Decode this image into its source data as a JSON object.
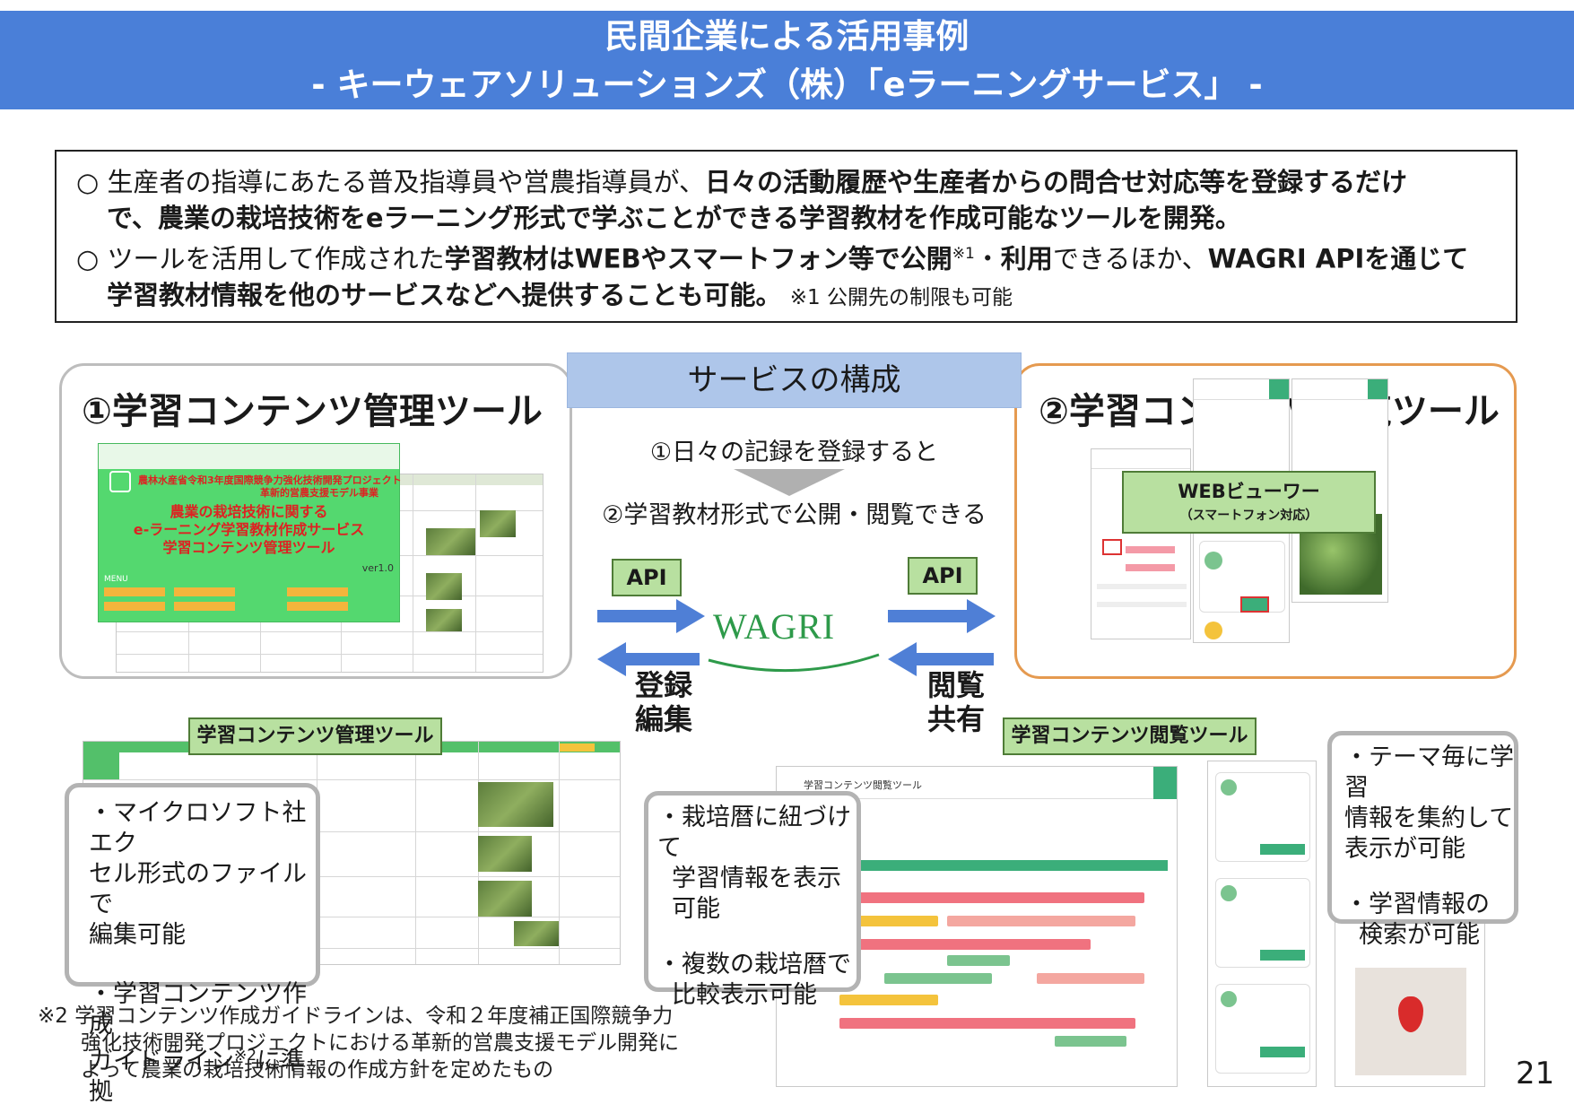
{
  "header": {
    "title": "民間企業による活用事例",
    "subtitle": "- キーウェアソリューションズ（株）「eラーニングサービス」 -"
  },
  "summary": {
    "l1_bullet": "○",
    "l1_a": "生産者の指導にあたる普及指導員や営農指導員が、",
    "l1_b": "日々の活動履歴や生産者からの問合せ対応等を登録するだけ",
    "l2": "で、農業の栽培技術をeラーニング形式で学ぶことができる学習教材を作成可能なツールを開発。",
    "l3_bullet": "○",
    "l3_a": "ツールを活用して作成された",
    "l3_b": "学習教材はWEBやスマートフォン等で公開",
    "l3_sup": "※1",
    "l3_c": "・",
    "l3_d": "利用",
    "l3_e": "できるほか、",
    "l3_f": "WAGRI APIを通じて",
    "l4": "学習教材情報を他のサービスなどへ提供することも可能。",
    "l4_note": "※1 公開先の制限も可能"
  },
  "left_panel": {
    "title": "①学習コンテンツ管理ツール",
    "mock": {
      "banner_l1": "農林水産省令和3年度国際競争力強化技術開発プロジェクト",
      "banner_l2": "革新的営農支援モデル事業",
      "main_l1": "農業の栽培技術に関する",
      "main_l2": "e-ラーニング学習教材作成サービス",
      "main_l3": "学習コンテンツ管理ツール",
      "version": "ver1.0",
      "menu": "MENU"
    }
  },
  "right_panel": {
    "title": "②学習コンテンツ閲覧ツール",
    "web_viewer": "WEBビューワー",
    "web_viewer_sub": "（スマートフォン対応）"
  },
  "center": {
    "service_title": "サービスの構成",
    "step1": "①日々の記録を登録すると",
    "step2": "②学習教材形式で公開・閲覧できる",
    "api_left": "API",
    "api_right": "API",
    "wagri_logo": "WAGRI",
    "left_label_1": "登録",
    "left_label_2": "編集",
    "right_label_1": "閲覧",
    "right_label_2": "共有"
  },
  "bottom_left": {
    "label": "学習コンテンツ管理ツール",
    "callout_l1": "・マイクロソフト社エク",
    "callout_l2": "セル形式のファイルで",
    "callout_l3": "編集可能",
    "callout_l4": "・学習コンテンツ作成",
    "callout_l5a": "ガイドライン",
    "callout_l5sup": "※2",
    "callout_l5b": "に準拠"
  },
  "bottom_right": {
    "label": "学習コンテンツ閲覧ツール",
    "callout_mid_l1": "・栽培暦に紐づけて",
    "callout_mid_l2": "学習情報を表示",
    "callout_mid_l3": "可能",
    "callout_mid_l4": "・複数の栽培暦で",
    "callout_mid_l5": "比較表示可能",
    "callout_right_l1": "・テーマ毎に学習",
    "callout_right_l2": "情報を集約して",
    "callout_right_l3": "表示が可能",
    "callout_right_l4": "・学習情報の",
    "callout_right_l5": "検索が可能",
    "mock_title": "学習コンテンツ閲覧ツール"
  },
  "footnote": {
    "l1": "※2 学習コンテンツ作成ガイドラインは、令和２年度補正国際競争力",
    "l2": "強化技術開発プロジェクトにおける革新的営農支援モデル開発に",
    "l3": "よって農業の栽培技術情報の作成方針を定めたもの"
  },
  "page_number": "21",
  "colors": {
    "header_bg": "#4a7fd8",
    "service_bg": "#aec6ea",
    "green_label": "#b8e0a0",
    "arrow_blue": "#4f7fd6",
    "wagri_green": "#2e9a4a",
    "right_panel_border": "#e59a50"
  }
}
